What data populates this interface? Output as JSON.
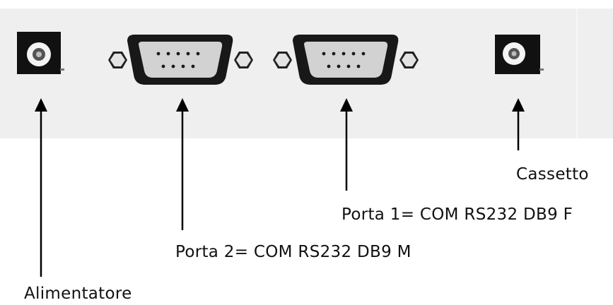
{
  "callouts": {
    "power_supply": "Alimentatore",
    "port2": "Porta 2= COM RS232 DB9 M",
    "port1": "Porta 1= COM RS232 DB9 F",
    "cash_drawer": "Cassetto"
  },
  "colors": {
    "panel_background": "#efefef",
    "connector_dark": "#111111",
    "connector_shell": "#c9c9c9",
    "arrow": "#000000"
  },
  "icons": [
    "dc-power-jack-icon",
    "db9-male-connector-icon",
    "db9-female-connector-icon",
    "rj-drawer-jack-icon",
    "hex-screw-icon",
    "arrow-up-icon"
  ]
}
